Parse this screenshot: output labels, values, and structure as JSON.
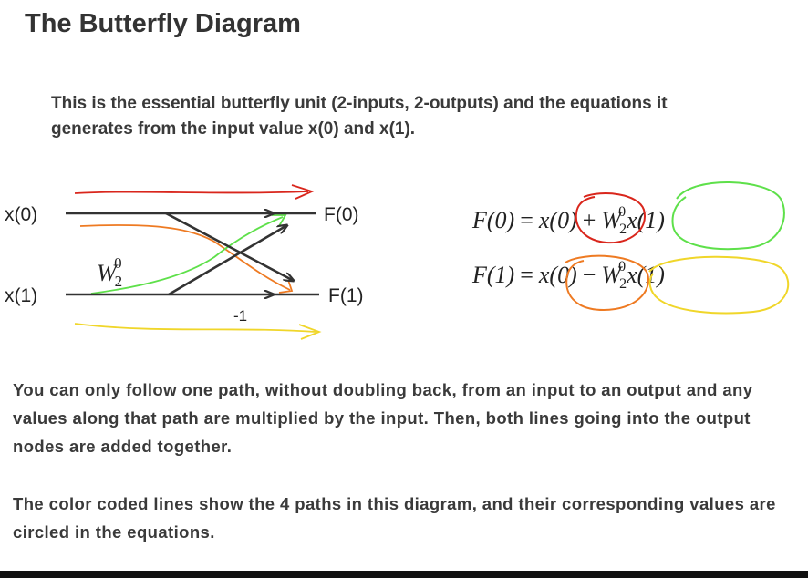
{
  "title": "The Butterfly Diagram",
  "intro": "This is the essential butterfly unit (2-inputs, 2-outputs) and the equations it generates from the input value x(0) and x(1).",
  "diagram": {
    "inputs": [
      "x(0)",
      "x(1)"
    ],
    "outputs": [
      "F(0)",
      "F(1)"
    ],
    "twiddle": {
      "base": "W",
      "subscript": "2",
      "superscript": "0"
    },
    "minus_one": "-1"
  },
  "equations": {
    "f0": {
      "lhs": "F(0)",
      "eq": "=",
      "term1": "x(0)",
      "op": "+",
      "w_base": "W",
      "w_sub": "2",
      "w_sup": "0",
      "term2_x": "x(1)"
    },
    "f1": {
      "lhs": "F(1)",
      "eq": "=",
      "term1": "x(0)",
      "op": "−",
      "w_base": "W",
      "w_sub": "2",
      "w_sup": "0",
      "term2_x": "x(1)"
    }
  },
  "paragraph1": "You can only follow one path, without doubling back, from an input to an output and any values along that path are multiplied by the input.   Then, both lines going into the output nodes are added together.",
  "paragraph2": "The color coded lines show the 4 paths in this diagram, and their corresponding values are circled in the equations.",
  "colors": {
    "red_path": "#d9261c",
    "orange_path": "#ee7a22",
    "green_path": "#5ee04a",
    "yellow_path": "#f0d62a",
    "lines": "#333333"
  }
}
